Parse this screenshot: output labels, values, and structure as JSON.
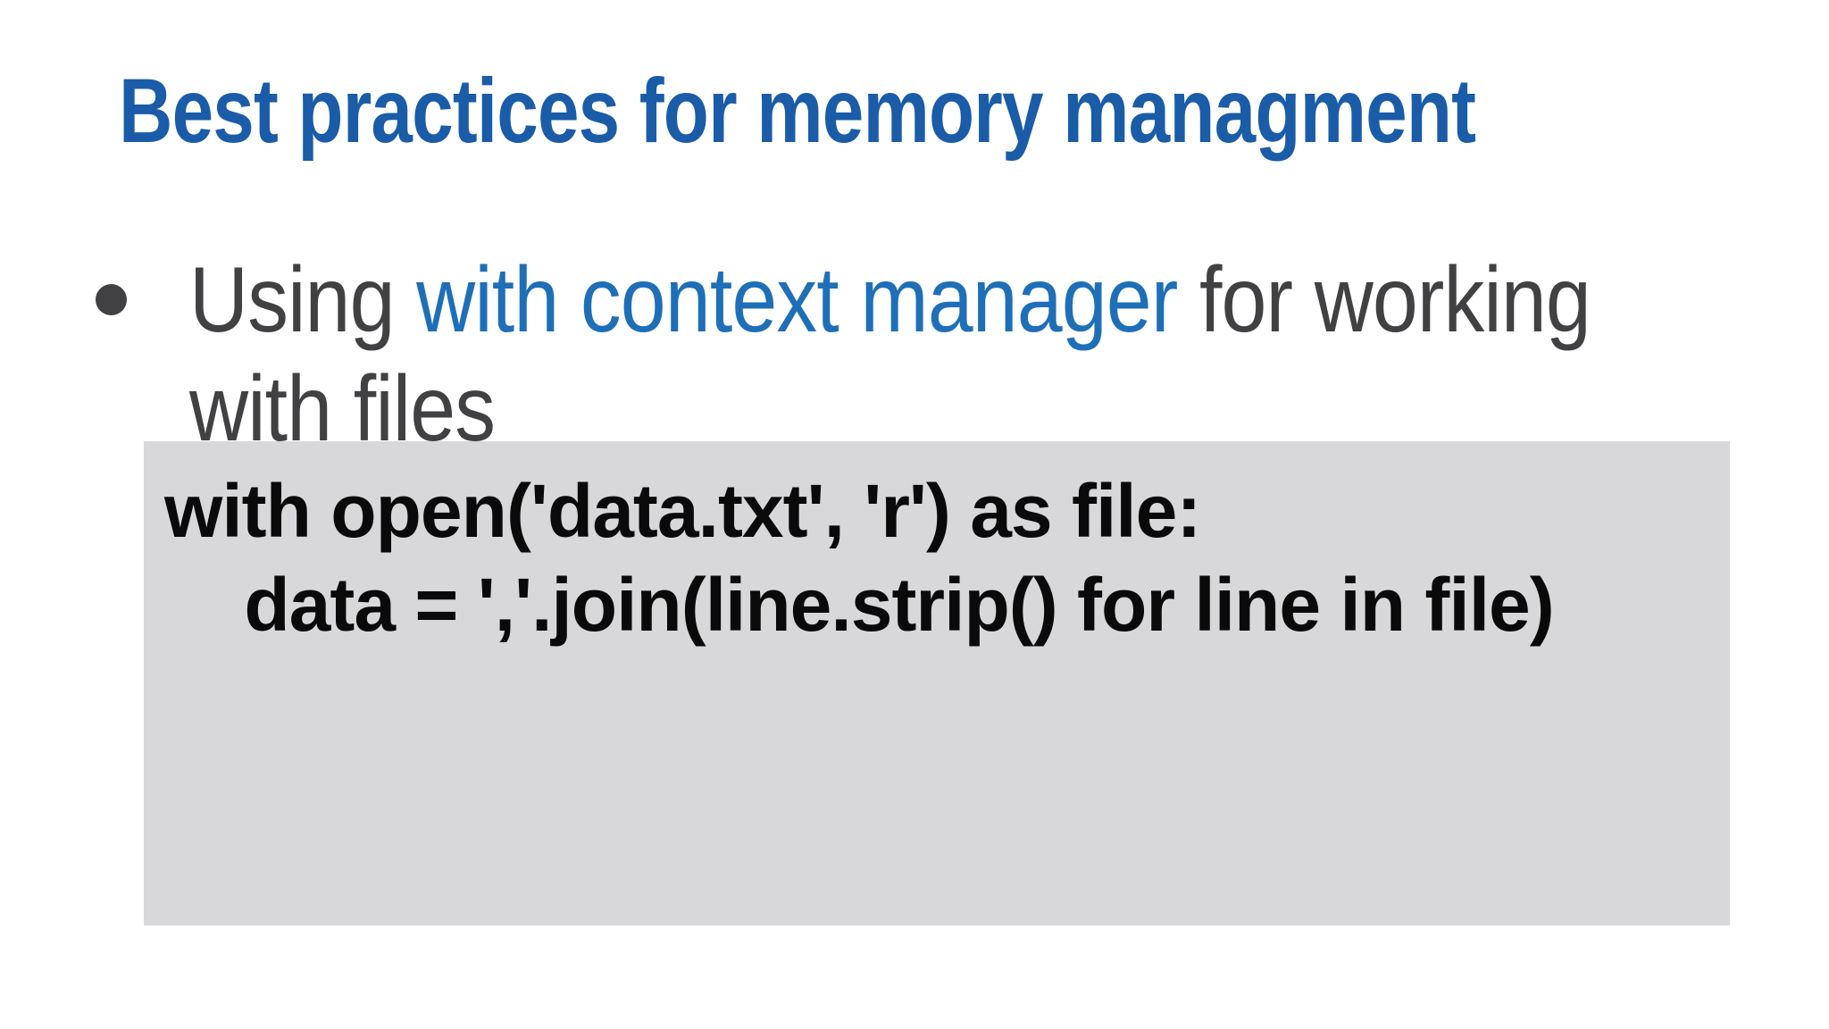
{
  "slide": {
    "title": {
      "text": "Best practices for memory managment",
      "color": "#1A5CA8"
    },
    "bullet": {
      "dot_color": "#414144",
      "text_color": "#414144",
      "accent_color": "#1E6FB8",
      "line1": {
        "segment1": "Using ",
        "segment2_accent": "with context manager",
        "segment3": " for working"
      },
      "line2": "with files"
    },
    "code_block": {
      "background": "#D8D7DA",
      "text_color": "#0A0A0B",
      "lines": {
        "line1": "with open('data.txt', 'r') as file:",
        "line2": "    data = ','.join(line.strip() for line in file)"
      }
    }
  }
}
